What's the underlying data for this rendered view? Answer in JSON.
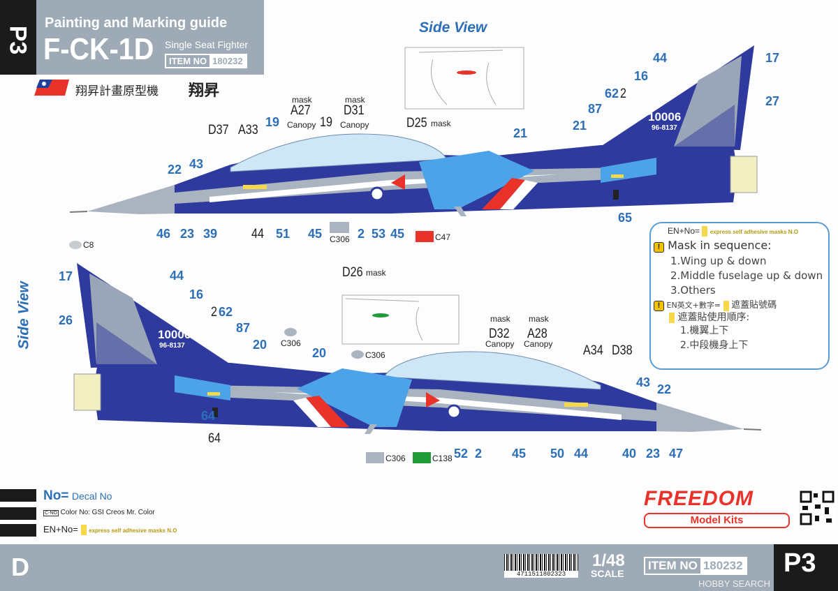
{
  "header": {
    "page": "P3",
    "title": "Painting and Marking guide",
    "model": "F-CK-1D",
    "subtitle": "Single Seat Fighter",
    "item_label": "ITEM NO",
    "item_no": "180232",
    "chinese_title": "翔昇計畫原型機",
    "chinese_name": "翔昇"
  },
  "side_view_top": "Side View",
  "side_view_bottom": "Side View",
  "top_view": {
    "blue": [
      "44",
      "16",
      "17",
      "27",
      "87",
      "21",
      "21",
      "19",
      "22",
      "43",
      "46",
      "23",
      "39",
      "51",
      "45",
      "2",
      "53",
      "45",
      "65",
      "62"
    ],
    "black": [
      "2",
      "D37",
      "A33",
      "19",
      "44",
      "D25",
      "A27",
      "D31"
    ],
    "small": [
      "mask",
      "mask",
      "mask",
      "Canopy",
      "Canopy",
      "C306",
      "C47"
    ],
    "tail_number": "10006",
    "tail_serial": "96-8137"
  },
  "bottom_view": {
    "blue": [
      "17",
      "26",
      "44",
      "16",
      "62",
      "87",
      "20",
      "20",
      "43",
      "22",
      "64",
      "52",
      "2",
      "45",
      "50",
      "44",
      "40",
      "23",
      "47"
    ],
    "black": [
      "2",
      "D26",
      "D32",
      "A28",
      "A34",
      "D38",
      "64"
    ],
    "small": [
      "C8",
      "C306",
      "C306",
      "mask",
      "mask",
      "mask",
      "Canopy",
      "Canopy",
      "C306",
      "C138"
    ],
    "tail_number": "10006",
    "tail_serial": "96-8137"
  },
  "legend": {
    "line1_prefix": "EN+No=",
    "line1_text": "express self adhesive masks  N.O",
    "heading": "Mask in sequence:",
    "steps": [
      "1.Wing up & down",
      "2.Middle fuselage up & down",
      "3.Others"
    ],
    "zh_line": "EN英文+數字=",
    "zh_line_text": "遮蓋貼號碼",
    "zh_heading": "遮蓋貼使用順序:",
    "zh_steps": [
      "1.機翼上下",
      "2.中段機身上下"
    ]
  },
  "key": {
    "decal_prefix": "No=",
    "decal_text": "Decal No",
    "color_box": "C-NO",
    "color_text": "Color No: GSI Creos Mr. Color",
    "mask_prefix": "EN+No=",
    "mask_text": "express self adhesive masks  N.O"
  },
  "brand": {
    "name": "FREEDOM",
    "sub": "Model Kits"
  },
  "footer": {
    "letter": "D",
    "barcode": "4711511802323",
    "scale": "1/48",
    "scale_label": "SCALE",
    "item_label": "ITEM NO",
    "item_no": "180232",
    "page": "P3",
    "watermark": "HOBBY SEARCH"
  },
  "colors": {
    "header_gray": "#9eabb6",
    "decal_blue": "#2c6fb6",
    "fuselage_blue": "#2f3a9e",
    "C306": "#a9b4c0",
    "C47": "#e8322a",
    "C138": "#1f9b3a"
  }
}
